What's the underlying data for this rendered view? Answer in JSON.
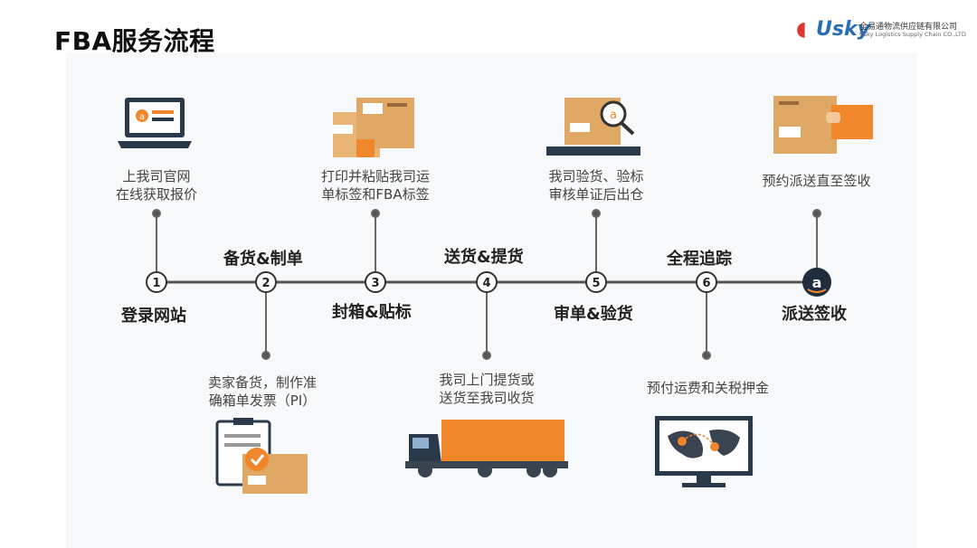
{
  "title": "FBA服务流程",
  "logo": {
    "brand": "Usky",
    "cn_name": "全易通物流供应链有限公司",
    "en_name": "Usky Logistics Supply Chain CO.,LTD"
  },
  "nodes": [
    {
      "number": "1",
      "step_label": "登录网站",
      "desc": [
        "上我司官网",
        "在线获取报价"
      ]
    },
    {
      "number": "2",
      "step_label": "备货&制单",
      "desc": [
        "卖家备货，制作准",
        "确箱单发票（PI）"
      ]
    },
    {
      "number": "3",
      "step_label": "封箱&贴标",
      "desc": [
        "打印并粘贴我司运",
        "单标签和FBA标签"
      ]
    },
    {
      "number": "4",
      "step_label": "送货&提货",
      "desc": [
        "我司上门提货或",
        "送货至我司收货"
      ]
    },
    {
      "number": "5",
      "step_label": "审单&验货",
      "desc": [
        "我司验货、验标",
        "审核单证后出仓"
      ]
    },
    {
      "number": "6",
      "step_label": "全程追踪",
      "desc": [
        "预付运费和关税押金"
      ]
    },
    {
      "number": "a",
      "step_label": "派送签收",
      "desc": [
        "预约派送直至签收"
      ]
    }
  ],
  "icons": [
    "laptop-icon",
    "clipboard-boxes-icon",
    "labeled-boxes-icon",
    "truck-icon",
    "box-magnifier-icon",
    "world-map-monitor-icon",
    "box-delivery-icon"
  ],
  "colors": {
    "accent": "#f0872a",
    "line": "#555555",
    "dark": "#2b3a4a",
    "panel": "#f7f8f9"
  }
}
